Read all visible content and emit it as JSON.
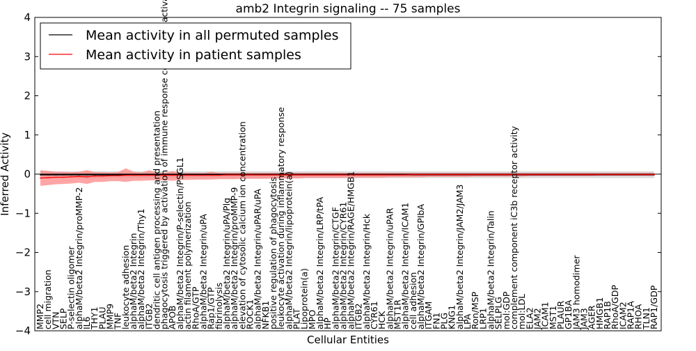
{
  "chart_data": {
    "type": "line",
    "title": "amb2 Integrin signaling -- 75 samples",
    "xlabel": "Cellular Entities",
    "ylabel": "Inferred Activity",
    "ylim": [
      -4,
      4
    ],
    "yticks": [
      "−4",
      "−3",
      "−2",
      "−1",
      "0",
      "1",
      "2",
      "3",
      "4"
    ],
    "legend_position": "upper-left",
    "grid": false,
    "categories": [
      "MMP2",
      "cell migration",
      "VTN",
      "SELP",
      "P-selectin oligomer",
      "alphaM/beta2 Integrin/proMMP-2",
      "IL6",
      "THY1",
      "PLAU",
      "MMP9",
      "TNF",
      "leukocyte adhesion",
      "alphaM/beta2 Integrin",
      "alphaM/beta2 Integrin/Thy1",
      "ITGB2",
      "dendritic cell antigen processing and presentation",
      "phagocytosis triggered by activation of immune response cell surface activating receptor",
      "APOB",
      "alphaM/beta2 Integrin/P-selectin/PSGL1",
      "actin filament polymerization",
      "RhoA/GTP",
      "alphaM/beta2 Integrin/uPA",
      "Rap1/GTP",
      "fibrinolysis",
      "alphaM/beta2 Integrin/uPA/Plg",
      "alphaM/beta2 Integrin/proMMP-9",
      "elevation of cytosolic calcium ion concentration",
      "ROCK1",
      "alphaM/beta2 Integrin/uPAR/uPA",
      "NFKB1",
      "positive regulation of phagocytosis",
      "leukocyte activation during inflammatory response",
      "alphaM/beta2 Integrin/lipoprotein(a)",
      "PLAT",
      "Lipoprotein(a)",
      "MPO",
      "alphaM/beta2 Integrin/LRP/tPA",
      "HP",
      "alphaM/beta2 Integrin/CTGF",
      "alphaM/beta2 Integrin/CYR61",
      "alphaM/beta2 Integrin/RAGE/HMGB1",
      "ITGB2",
      "alphaM/beta2 Integrin/Hck",
      "CYR61",
      "HCK",
      "alphaM/beta2 Integrin/uPAR",
      "MST1R",
      "alphaM/beta2 Integrin/ICAM1",
      "cell adhesion",
      "alphaM/beta2 Integrin/GPIbA",
      "ITGAM",
      "FN1",
      "PLG",
      "KNG1",
      "alphaM/beta2 Integrin/JAM2/JAM3",
      "LPA",
      "Ron/MSP",
      "LRP1",
      "alphaM/beta2 Integrin/Talin",
      "SELPLG",
      "mol:GDP",
      "complement component iC3b receptor activity",
      "mol:LDL",
      "ELA2",
      "JAM2",
      "ICAM1",
      "MST1",
      "PLAUR",
      "GP1BA",
      "JAM3 homodimer",
      "JAM3",
      "AGER",
      "HMGB1",
      "RAP1B",
      "RhoA/GDP",
      "ICAM2",
      "RAP1A",
      "RHOA",
      "TLN1",
      "RAP1/GDP"
    ],
    "series": [
      {
        "name": "Mean activity in all permuted samples",
        "color": "#000000",
        "values": [
          -0.02,
          -0.02,
          -0.02,
          -0.02,
          -0.02,
          -0.02,
          -0.02,
          -0.02,
          -0.02,
          -0.02,
          -0.02,
          -0.02,
          -0.02,
          -0.02,
          -0.02,
          -0.02,
          -0.02,
          -0.02,
          -0.02,
          -0.02,
          -0.02,
          -0.02,
          -0.02,
          -0.02,
          -0.02,
          -0.02,
          -0.02,
          -0.02,
          -0.02,
          -0.02,
          -0.02,
          -0.02,
          -0.02,
          -0.02,
          -0.02,
          -0.02,
          -0.02,
          -0.02,
          -0.02,
          -0.02,
          -0.02,
          -0.02,
          -0.02,
          -0.02,
          -0.02,
          -0.02,
          -0.02,
          -0.02,
          -0.02,
          -0.02,
          -0.02,
          -0.02,
          -0.02,
          -0.02,
          -0.02,
          -0.02,
          -0.02,
          -0.02,
          -0.02,
          -0.02,
          -0.02,
          -0.02,
          -0.02,
          -0.02,
          -0.02,
          -0.02,
          -0.02,
          -0.02,
          -0.02,
          -0.02,
          -0.02,
          -0.02,
          -0.02,
          -0.02,
          -0.02,
          -0.02,
          -0.02,
          -0.02,
          -0.02,
          -0.02
        ],
        "band_lower": [
          -0.12,
          -0.12,
          -0.1,
          -0.1,
          -0.1,
          -0.1,
          -0.12,
          -0.1,
          -0.1,
          -0.1,
          -0.1,
          -0.1,
          -0.1,
          -0.1,
          -0.1,
          -0.1,
          -0.1,
          -0.1,
          -0.1,
          -0.1,
          -0.1,
          -0.1,
          -0.1,
          -0.1,
          -0.1,
          -0.1,
          -0.1,
          -0.1,
          -0.1,
          -0.1,
          -0.1,
          -0.1,
          -0.1,
          -0.1,
          -0.1,
          -0.1,
          -0.1,
          -0.1,
          -0.1,
          -0.1,
          -0.1,
          -0.1,
          -0.1,
          -0.1,
          -0.1,
          -0.1,
          -0.1,
          -0.1,
          -0.1,
          -0.1,
          -0.1,
          -0.1,
          -0.1,
          -0.1,
          -0.1,
          -0.1,
          -0.1,
          -0.1,
          -0.1,
          -0.1,
          -0.1,
          -0.1,
          -0.1,
          -0.1,
          -0.1,
          -0.1,
          -0.1,
          -0.1,
          -0.1,
          -0.1,
          -0.1,
          -0.1,
          -0.1,
          -0.1,
          -0.1,
          -0.1,
          -0.1,
          -0.1,
          -0.1,
          -0.1
        ],
        "band_upper": [
          0.08,
          0.08,
          0.07,
          0.07,
          0.07,
          0.07,
          0.08,
          0.07,
          0.07,
          0.07,
          0.07,
          0.07,
          0.07,
          0.07,
          0.07,
          0.07,
          0.07,
          0.07,
          0.07,
          0.07,
          0.07,
          0.07,
          0.07,
          0.07,
          0.07,
          0.07,
          0.07,
          0.07,
          0.07,
          0.07,
          0.07,
          0.07,
          0.07,
          0.07,
          0.07,
          0.07,
          0.07,
          0.07,
          0.07,
          0.07,
          0.07,
          0.07,
          0.07,
          0.07,
          0.07,
          0.07,
          0.07,
          0.07,
          0.07,
          0.07,
          0.07,
          0.07,
          0.07,
          0.07,
          0.07,
          0.07,
          0.07,
          0.07,
          0.07,
          0.07,
          0.07,
          0.07,
          0.07,
          0.07,
          0.07,
          0.07,
          0.07,
          0.07,
          0.07,
          0.07,
          0.07,
          0.07,
          0.07,
          0.07,
          0.07,
          0.07,
          0.07,
          0.07,
          0.07,
          0.07
        ]
      },
      {
        "name": "Mean activity in patient samples",
        "color": "#ff0000",
        "values": [
          -0.1,
          -0.09,
          -0.08,
          -0.08,
          -0.07,
          -0.06,
          -0.07,
          -0.05,
          -0.05,
          -0.04,
          -0.04,
          -0.03,
          -0.03,
          -0.03,
          -0.03,
          -0.03,
          -0.03,
          -0.03,
          -0.03,
          -0.03,
          -0.03,
          -0.03,
          -0.03,
          -0.03,
          -0.02,
          -0.02,
          -0.02,
          -0.02,
          -0.02,
          -0.02,
          -0.02,
          -0.02,
          -0.02,
          -0.02,
          -0.02,
          -0.02,
          -0.02,
          -0.02,
          -0.02,
          -0.02,
          -0.02,
          -0.02,
          -0.02,
          -0.02,
          -0.02,
          -0.02,
          -0.02,
          -0.02,
          -0.01,
          -0.01,
          -0.01,
          -0.01,
          -0.01,
          -0.01,
          -0.01,
          -0.01,
          -0.01,
          -0.01,
          -0.01,
          -0.01,
          -0.01,
          -0.01,
          -0.01,
          -0.01,
          -0.01,
          -0.01,
          -0.01,
          -0.01,
          -0.01,
          -0.01,
          -0.01,
          -0.01,
          -0.01,
          -0.01,
          -0.01,
          -0.01,
          -0.01,
          -0.01,
          -0.01,
          -0.01
        ],
        "band_lower": [
          -0.3,
          -0.28,
          -0.26,
          -0.25,
          -0.24,
          -0.22,
          -0.25,
          -0.2,
          -0.2,
          -0.18,
          -0.18,
          -0.2,
          -0.17,
          -0.17,
          -0.16,
          -0.16,
          -0.16,
          -0.17,
          -0.15,
          -0.15,
          -0.14,
          -0.14,
          -0.14,
          -0.13,
          -0.13,
          -0.13,
          -0.12,
          -0.12,
          -0.12,
          -0.12,
          -0.11,
          -0.11,
          -0.11,
          -0.11,
          -0.1,
          -0.1,
          -0.1,
          -0.1,
          -0.1,
          -0.1,
          -0.09,
          -0.09,
          -0.09,
          -0.09,
          -0.09,
          -0.08,
          -0.08,
          -0.08,
          -0.08,
          -0.08,
          -0.07,
          -0.07,
          -0.07,
          -0.07,
          -0.07,
          -0.07,
          -0.06,
          -0.06,
          -0.06,
          -0.06,
          -0.06,
          -0.06,
          -0.06,
          -0.05,
          -0.05,
          -0.05,
          -0.05,
          -0.05,
          -0.05,
          -0.05,
          -0.05,
          -0.05,
          -0.04,
          -0.04,
          -0.04,
          -0.04,
          -0.04,
          -0.04,
          -0.04,
          -0.04
        ],
        "band_upper": [
          0.1,
          0.08,
          0.06,
          0.06,
          0.05,
          0.06,
          0.1,
          0.05,
          0.05,
          0.04,
          0.05,
          0.15,
          0.06,
          0.04,
          0.1,
          0.04,
          0.03,
          0.08,
          0.03,
          0.03,
          0.03,
          0.03,
          0.06,
          0.03,
          0.03,
          0.03,
          0.03,
          0.03,
          0.03,
          0.03,
          0.03,
          0.03,
          0.03,
          0.03,
          0.03,
          0.03,
          0.03,
          0.03,
          0.03,
          0.03,
          0.03,
          0.03,
          0.03,
          0.03,
          0.03,
          0.03,
          0.03,
          0.03,
          0.03,
          0.03,
          0.03,
          0.03,
          0.03,
          0.03,
          0.03,
          0.03,
          0.03,
          0.03,
          0.03,
          0.03,
          0.03,
          0.03,
          0.03,
          0.03,
          0.03,
          0.03,
          0.03,
          0.03,
          0.03,
          0.03,
          0.03,
          0.03,
          0.03,
          0.03,
          0.03,
          0.03,
          0.03,
          0.03,
          0.03,
          0.03
        ]
      }
    ]
  },
  "colors": {
    "patient_band": "#ff7f7f",
    "permuted_band": "#bbbbbb"
  }
}
